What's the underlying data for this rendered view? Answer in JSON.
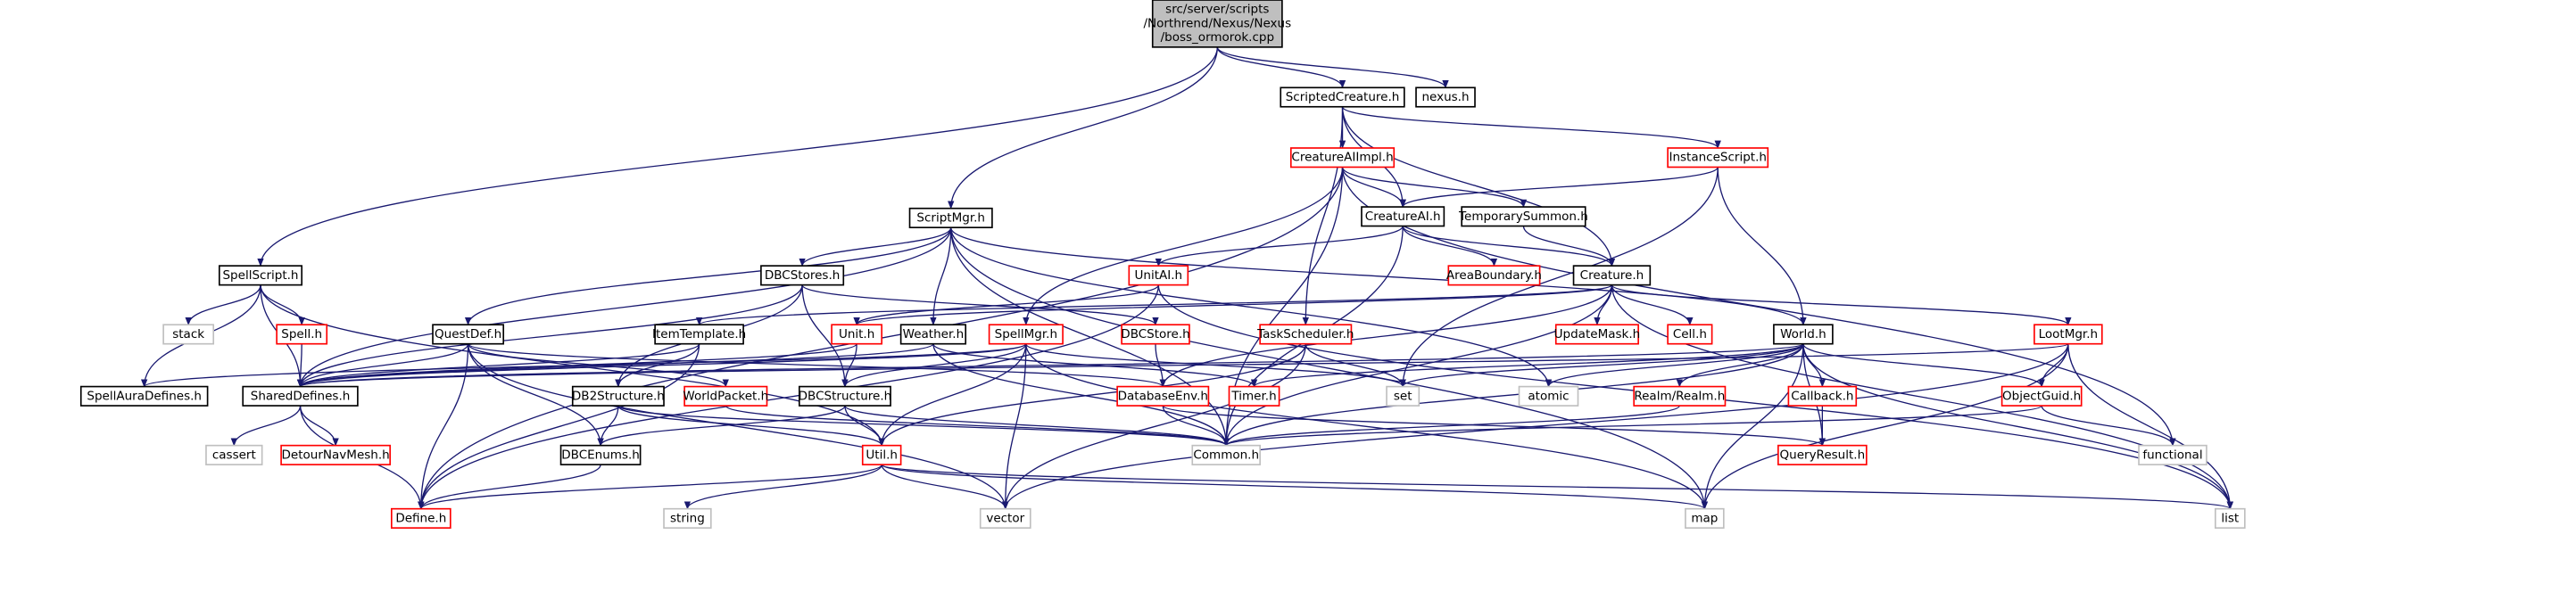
{
  "title": "Include dependency graph for boss_ormorok.cpp",
  "colors": {
    "edge": "#191970",
    "root_fill": "#bfbfbf",
    "root_border": "#000000",
    "documented_border": "#000000",
    "undocumented_border": "#ff0000",
    "system_border": "#bfbfbf"
  },
  "nodes": [
    {
      "id": "root",
      "label": [
        "src/server/scripts",
        "/Northrend/Nexus/Nexus",
        "/boss_ormorok.cpp"
      ],
      "kind": "root"
    },
    {
      "id": "ScriptedCreature",
      "label": [
        "ScriptedCreature.h"
      ],
      "kind": "doc"
    },
    {
      "id": "nexus",
      "label": [
        "nexus.h"
      ],
      "kind": "doc"
    },
    {
      "id": "CreatureAIImpl",
      "label": [
        "CreatureAIImpl.h"
      ],
      "kind": "red"
    },
    {
      "id": "InstanceScript",
      "label": [
        "InstanceScript.h"
      ],
      "kind": "red"
    },
    {
      "id": "ScriptMgr",
      "label": [
        "ScriptMgr.h"
      ],
      "kind": "doc"
    },
    {
      "id": "CreatureAI",
      "label": [
        "CreatureAI.h"
      ],
      "kind": "doc"
    },
    {
      "id": "TemporarySummon",
      "label": [
        "TemporarySummon.h"
      ],
      "kind": "doc"
    },
    {
      "id": "SpellScript",
      "label": [
        "SpellScript.h"
      ],
      "kind": "doc"
    },
    {
      "id": "DBCStores",
      "label": [
        "DBCStores.h"
      ],
      "kind": "doc"
    },
    {
      "id": "UnitAI",
      "label": [
        "UnitAI.h"
      ],
      "kind": "red"
    },
    {
      "id": "AreaBoundary",
      "label": [
        "AreaBoundary.h"
      ],
      "kind": "red"
    },
    {
      "id": "Creature",
      "label": [
        "Creature.h"
      ],
      "kind": "doc"
    },
    {
      "id": "stack",
      "label": [
        "stack"
      ],
      "kind": "sys"
    },
    {
      "id": "Spell",
      "label": [
        "Spell.h"
      ],
      "kind": "red"
    },
    {
      "id": "QuestDef",
      "label": [
        "QuestDef.h"
      ],
      "kind": "doc"
    },
    {
      "id": "ItemTemplate",
      "label": [
        "ItemTemplate.h"
      ],
      "kind": "doc"
    },
    {
      "id": "Unit",
      "label": [
        "Unit.h"
      ],
      "kind": "red"
    },
    {
      "id": "Weather",
      "label": [
        "Weather.h"
      ],
      "kind": "doc"
    },
    {
      "id": "SpellMgr",
      "label": [
        "SpellMgr.h"
      ],
      "kind": "red"
    },
    {
      "id": "DBCStore",
      "label": [
        "DBCStore.h"
      ],
      "kind": "red"
    },
    {
      "id": "TaskScheduler",
      "label": [
        "TaskScheduler.h"
      ],
      "kind": "red"
    },
    {
      "id": "UpdateMask",
      "label": [
        "UpdateMask.h"
      ],
      "kind": "red"
    },
    {
      "id": "Cell",
      "label": [
        "Cell.h"
      ],
      "kind": "red"
    },
    {
      "id": "World",
      "label": [
        "World.h"
      ],
      "kind": "doc"
    },
    {
      "id": "LootMgr",
      "label": [
        "LootMgr.h"
      ],
      "kind": "red"
    },
    {
      "id": "SpellAuraDefines",
      "label": [
        "SpellAuraDefines.h"
      ],
      "kind": "doc"
    },
    {
      "id": "SharedDefines",
      "label": [
        "SharedDefines.h"
      ],
      "kind": "doc"
    },
    {
      "id": "DB2Structure",
      "label": [
        "DB2Structure.h"
      ],
      "kind": "doc"
    },
    {
      "id": "WorldPacket",
      "label": [
        "WorldPacket.h"
      ],
      "kind": "red"
    },
    {
      "id": "DBCStructure",
      "label": [
        "DBCStructure.h"
      ],
      "kind": "doc"
    },
    {
      "id": "DatabaseEnv",
      "label": [
        "DatabaseEnv.h"
      ],
      "kind": "red"
    },
    {
      "id": "Timer",
      "label": [
        "Timer.h"
      ],
      "kind": "red"
    },
    {
      "id": "set",
      "label": [
        "set"
      ],
      "kind": "sys"
    },
    {
      "id": "atomic",
      "label": [
        "atomic"
      ],
      "kind": "sys"
    },
    {
      "id": "Realm",
      "label": [
        "Realm/Realm.h"
      ],
      "kind": "red"
    },
    {
      "id": "Callback",
      "label": [
        "Callback.h"
      ],
      "kind": "red"
    },
    {
      "id": "ObjectGuid",
      "label": [
        "ObjectGuid.h"
      ],
      "kind": "red"
    },
    {
      "id": "cassert",
      "label": [
        "cassert"
      ],
      "kind": "sys"
    },
    {
      "id": "DetourNavMesh",
      "label": [
        "DetourNavMesh.h"
      ],
      "kind": "red"
    },
    {
      "id": "DBCEnums",
      "label": [
        "DBCEnums.h"
      ],
      "kind": "doc"
    },
    {
      "id": "Util",
      "label": [
        "Util.h"
      ],
      "kind": "red"
    },
    {
      "id": "Common",
      "label": [
        "Common.h"
      ],
      "kind": "sys"
    },
    {
      "id": "QueryResult",
      "label": [
        "QueryResult.h"
      ],
      "kind": "red"
    },
    {
      "id": "functional",
      "label": [
        "functional"
      ],
      "kind": "sys"
    },
    {
      "id": "Define",
      "label": [
        "Define.h"
      ],
      "kind": "red"
    },
    {
      "id": "string",
      "label": [
        "string"
      ],
      "kind": "sys"
    },
    {
      "id": "vector",
      "label": [
        "vector"
      ],
      "kind": "sys"
    },
    {
      "id": "map",
      "label": [
        "map"
      ],
      "kind": "sys"
    },
    {
      "id": "list",
      "label": [
        "list"
      ],
      "kind": "sys"
    }
  ],
  "edges": [
    [
      "root",
      "ScriptedCreature"
    ],
    [
      "root",
      "nexus"
    ],
    [
      "root",
      "ScriptMgr"
    ],
    [
      "root",
      "SpellScript"
    ],
    [
      "ScriptedCreature",
      "CreatureAIImpl"
    ],
    [
      "ScriptedCreature",
      "InstanceScript"
    ],
    [
      "ScriptedCreature",
      "CreatureAI"
    ],
    [
      "ScriptedCreature",
      "Creature"
    ],
    [
      "ScriptedCreature",
      "TaskScheduler"
    ],
    [
      "CreatureAIImpl",
      "CreatureAI"
    ],
    [
      "CreatureAIImpl",
      "TemporarySummon"
    ],
    [
      "CreatureAIImpl",
      "Define"
    ],
    [
      "CreatureAIImpl",
      "SpellMgr"
    ],
    [
      "CreatureAIImpl",
      "Common"
    ],
    [
      "CreatureAIImpl",
      "functional"
    ],
    [
      "InstanceScript",
      "CreatureAI"
    ],
    [
      "InstanceScript",
      "World"
    ],
    [
      "InstanceScript",
      "set"
    ],
    [
      "CreatureAI",
      "UnitAI"
    ],
    [
      "CreatureAI",
      "AreaBoundary"
    ],
    [
      "CreatureAI",
      "Creature"
    ],
    [
      "CreatureAI",
      "Common"
    ],
    [
      "TemporarySummon",
      "Creature"
    ],
    [
      "ScriptMgr",
      "DBCStores"
    ],
    [
      "ScriptMgr",
      "QuestDef"
    ],
    [
      "ScriptMgr",
      "Weather"
    ],
    [
      "ScriptMgr",
      "World"
    ],
    [
      "ScriptMgr",
      "SharedDefines"
    ],
    [
      "ScriptMgr",
      "Common"
    ],
    [
      "ScriptMgr",
      "atomic"
    ],
    [
      "ScriptMgr",
      "map"
    ],
    [
      "SpellScript",
      "stack"
    ],
    [
      "SpellScript",
      "Spell"
    ],
    [
      "SpellScript",
      "SpellAuraDefines"
    ],
    [
      "SpellScript",
      "SharedDefines"
    ],
    [
      "SpellScript",
      "Util"
    ],
    [
      "DBCStores",
      "DBCStore"
    ],
    [
      "DBCStores",
      "DBCStructure"
    ],
    [
      "DBCStores",
      "DB2Structure"
    ],
    [
      "DBCStores",
      "SharedDefines"
    ],
    [
      "UnitAI",
      "Unit"
    ],
    [
      "UnitAI",
      "Define"
    ],
    [
      "UnitAI",
      "list"
    ],
    [
      "Creature",
      "Unit"
    ],
    [
      "Creature",
      "ItemTemplate"
    ],
    [
      "Creature",
      "UpdateMask"
    ],
    [
      "Creature",
      "Cell"
    ],
    [
      "Creature",
      "LootMgr"
    ],
    [
      "Creature",
      "DatabaseEnv"
    ],
    [
      "Creature",
      "Common"
    ],
    [
      "Creature",
      "list"
    ],
    [
      "Spell",
      "SharedDefines"
    ],
    [
      "QuestDef",
      "SharedDefines"
    ],
    [
      "QuestDef",
      "DBCEnums"
    ],
    [
      "QuestDef",
      "WorldPacket"
    ],
    [
      "QuestDef",
      "DatabaseEnv"
    ],
    [
      "QuestDef",
      "Define"
    ],
    [
      "QuestDef",
      "vector"
    ],
    [
      "ItemTemplate",
      "SharedDefines"
    ],
    [
      "ItemTemplate",
      "DB2Structure"
    ],
    [
      "ItemTemplate",
      "Define"
    ],
    [
      "Unit",
      "SharedDefines"
    ],
    [
      "Unit",
      "DBCStructure"
    ],
    [
      "Weather",
      "SharedDefines"
    ],
    [
      "Weather",
      "Timer"
    ],
    [
      "Weather",
      "Common"
    ],
    [
      "SpellMgr",
      "SharedDefines"
    ],
    [
      "SpellMgr",
      "DBCStructure"
    ],
    [
      "SpellMgr",
      "Util"
    ],
    [
      "SpellMgr",
      "SpellAuraDefines"
    ],
    [
      "SpellMgr",
      "set"
    ],
    [
      "SpellMgr",
      "vector"
    ],
    [
      "SpellMgr",
      "map"
    ],
    [
      "DBCStore",
      "DatabaseEnv"
    ],
    [
      "TaskScheduler",
      "set"
    ],
    [
      "TaskScheduler",
      "Util"
    ],
    [
      "TaskScheduler",
      "vector"
    ],
    [
      "World",
      "SharedDefines"
    ],
    [
      "World",
      "Timer"
    ],
    [
      "World",
      "set"
    ],
    [
      "World",
      "atomic"
    ],
    [
      "World",
      "Realm"
    ],
    [
      "World",
      "Callback"
    ],
    [
      "World",
      "ObjectGuid"
    ],
    [
      "World",
      "QueryResult"
    ],
    [
      "World",
      "Common"
    ],
    [
      "World",
      "map"
    ],
    [
      "World",
      "list"
    ],
    [
      "LootMgr",
      "ObjectGuid"
    ],
    [
      "LootMgr",
      "SharedDefines"
    ],
    [
      "LootMgr",
      "vector"
    ],
    [
      "LootMgr",
      "map"
    ],
    [
      "LootMgr",
      "list"
    ],
    [
      "SharedDefines",
      "cassert"
    ],
    [
      "SharedDefines",
      "DetourNavMesh"
    ],
    [
      "SharedDefines",
      "Define"
    ],
    [
      "DB2Structure",
      "DBCEnums"
    ],
    [
      "DB2Structure",
      "Util"
    ],
    [
      "DB2Structure",
      "Common"
    ],
    [
      "WorldPacket",
      "Common"
    ],
    [
      "DBCStructure",
      "DBCEnums"
    ],
    [
      "DBCStructure",
      "Util"
    ],
    [
      "DBCStructure",
      "Common"
    ],
    [
      "DatabaseEnv",
      "Common"
    ],
    [
      "DatabaseEnv",
      "QueryResult"
    ],
    [
      "Realm",
      "Common"
    ],
    [
      "Callback",
      "QueryResult"
    ],
    [
      "ObjectGuid",
      "Common"
    ],
    [
      "ObjectGuid",
      "functional"
    ],
    [
      "DBCEnums",
      "Define"
    ],
    [
      "Util",
      "Define"
    ],
    [
      "Util",
      "string"
    ],
    [
      "Util",
      "vector"
    ],
    [
      "Util",
      "map"
    ],
    [
      "Util",
      "list"
    ]
  ]
}
